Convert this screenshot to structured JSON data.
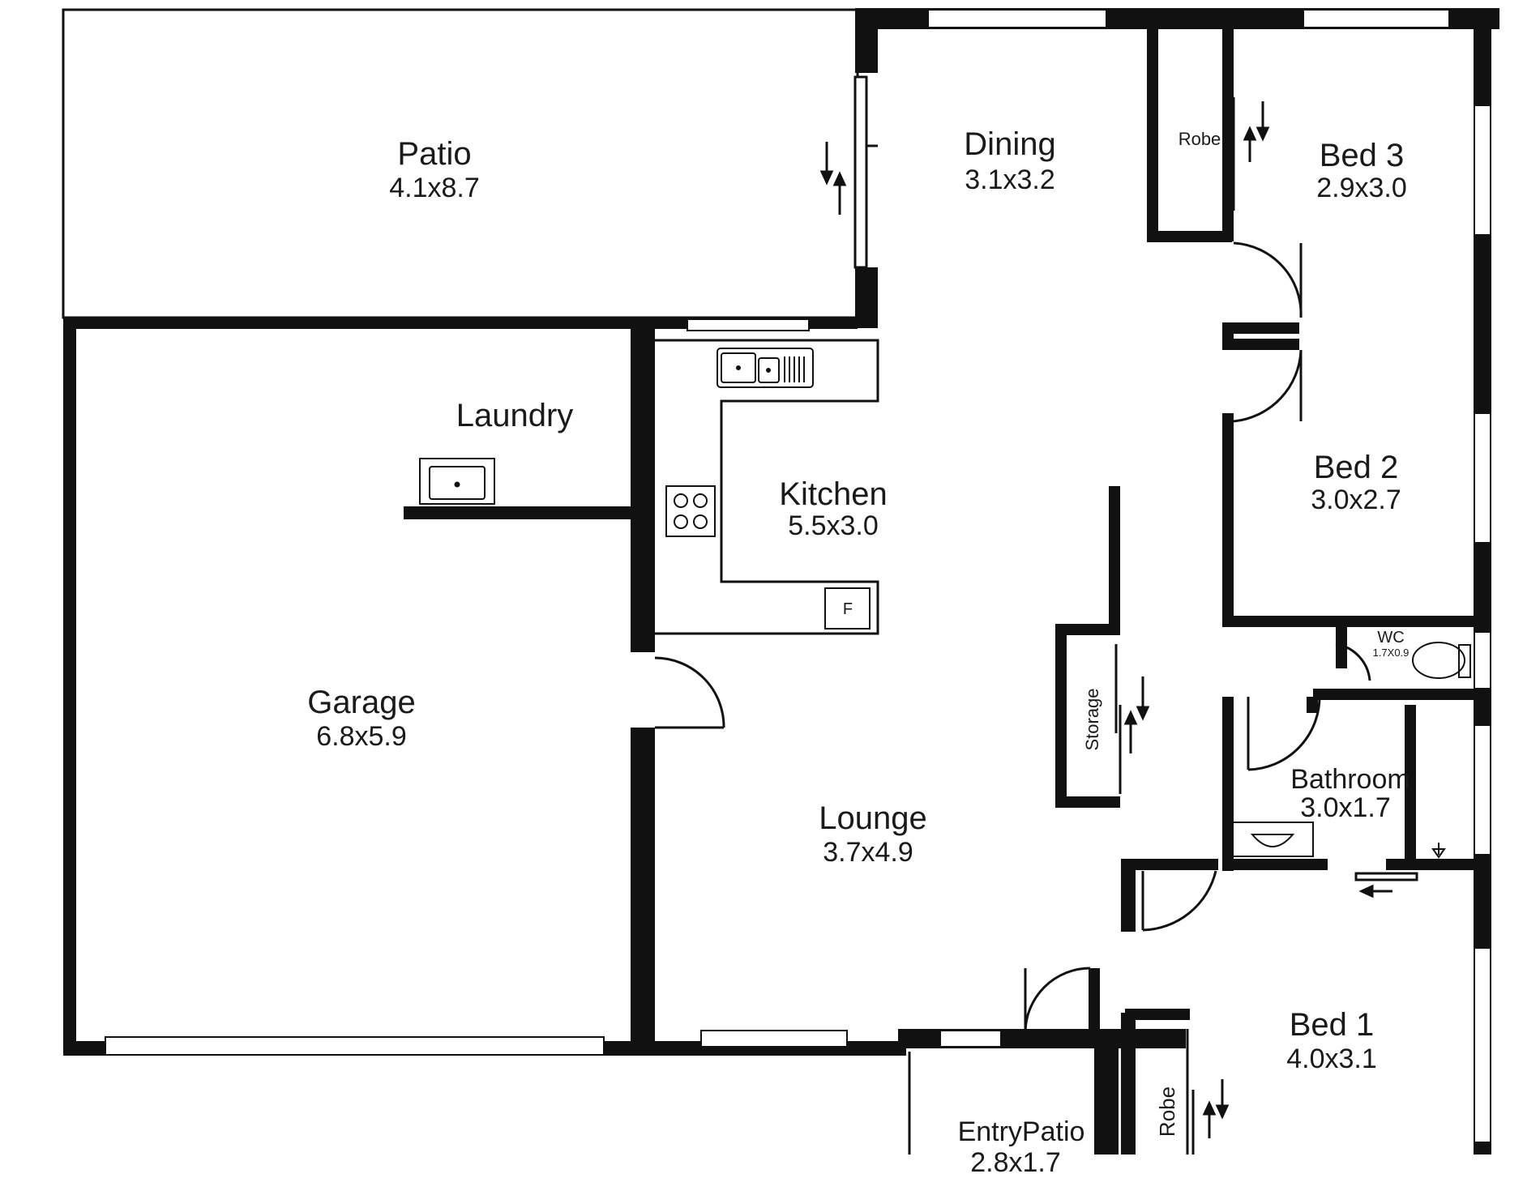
{
  "rooms": {
    "patio": {
      "name": "Patio",
      "size": "4.1x8.7"
    },
    "dining": {
      "name": "Dining",
      "size": "3.1x3.2"
    },
    "robe_top": {
      "name": "Robe"
    },
    "bed3": {
      "name": "Bed 3",
      "size": "2.9x3.0"
    },
    "laundry": {
      "name": "Laundry"
    },
    "kitchen": {
      "name": "Kitchen",
      "size": "5.5x3.0"
    },
    "bed2": {
      "name": "Bed 2",
      "size": "3.0x2.7"
    },
    "wc": {
      "name": "WC",
      "size": "1.7X0.9"
    },
    "garage": {
      "name": "Garage",
      "size": "6.8x5.9"
    },
    "storage": {
      "name": "Storage"
    },
    "bathroom": {
      "name": "Bathroom",
      "size": "3.0x1.7"
    },
    "lounge": {
      "name": "Lounge",
      "size": "3.7x4.9"
    },
    "bed1": {
      "name": "Bed 1",
      "size": "4.0x3.1"
    },
    "entry_patio": {
      "name": "EntryPatio",
      "size": "2.8x1.7"
    },
    "robe_bottom": {
      "name": "Robe"
    }
  },
  "fixtures": {
    "fridge_label": "F"
  },
  "colors": {
    "wall": "#111111",
    "line": "#1a1a1a",
    "background": "#ffffff"
  }
}
